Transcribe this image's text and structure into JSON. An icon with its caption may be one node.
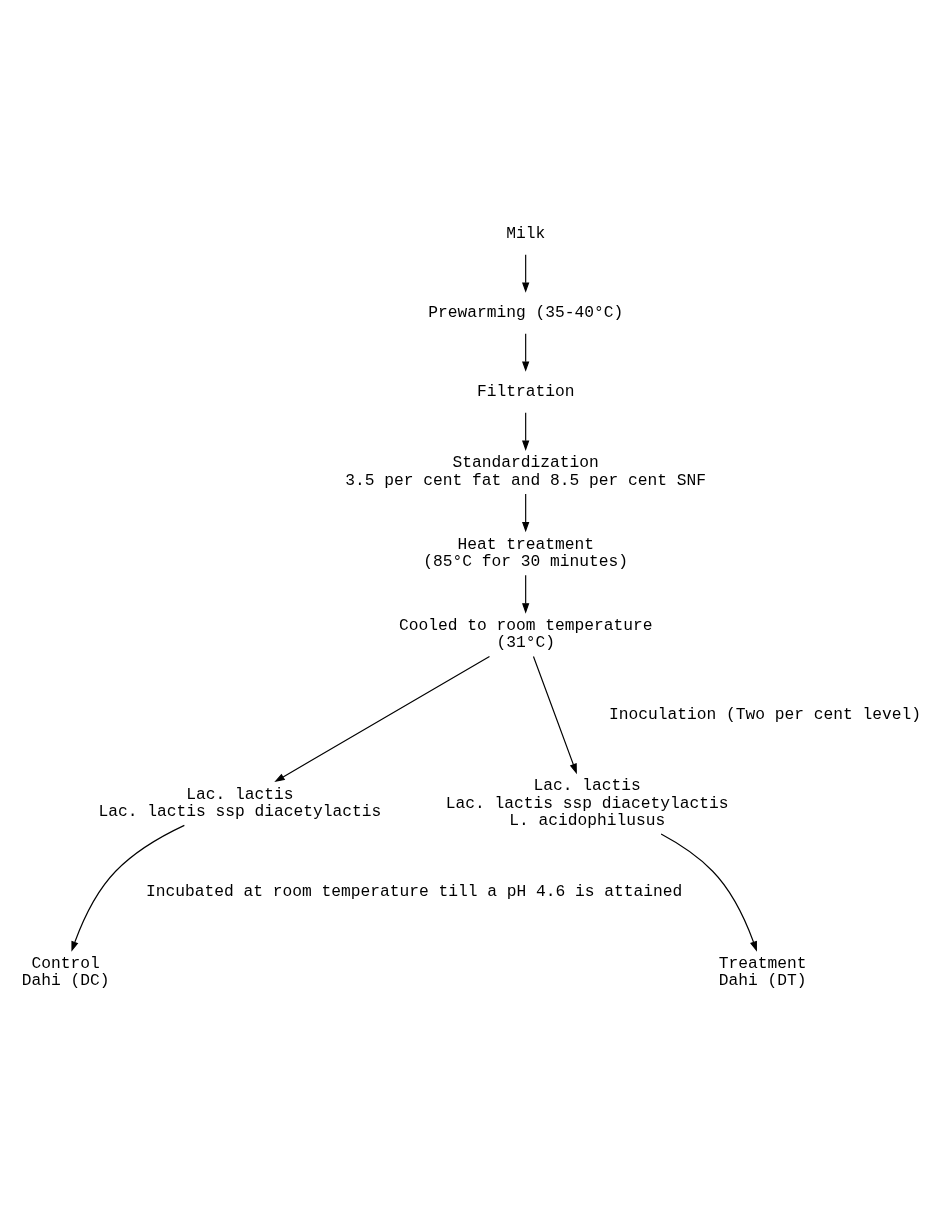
{
  "diagram": {
    "nodes": [
      {
        "text": [
          "Milk"
        ]
      },
      {
        "text": [
          "Prewarming (35-40°C)"
        ]
      },
      {
        "text": [
          "Filtration"
        ]
      },
      {
        "text": [
          "Standardization",
          "3.5 per cent fat and 8.5 per cent SNF"
        ]
      },
      {
        "text": [
          "Heat treatment",
          "(85°C for 30 minutes)"
        ]
      },
      {
        "text": [
          "Cooled to room temperature",
          "(31°C)"
        ]
      },
      {
        "text": [
          "Lac. lactis",
          "Lac. lactis ssp diacetylactis"
        ]
      },
      {
        "text": [
          "Lac. lactis",
          "Lac. lactis ssp diacetylactis",
          "L. acidophilusus"
        ]
      },
      {
        "text": [
          "Control",
          "Dahi (DC)"
        ]
      },
      {
        "text": [
          "Treatment",
          "Dahi (DT)"
        ]
      }
    ],
    "edges": [
      {
        "from": 0,
        "to": 1,
        "arrow": "to"
      },
      {
        "from": 1,
        "to": 2,
        "arrow": "to"
      },
      {
        "from": 2,
        "to": 3,
        "arrow": "to"
      },
      {
        "from": 3,
        "to": 4,
        "arrow": "to"
      },
      {
        "from": 4,
        "to": 5,
        "arrow": "to"
      },
      {
        "from": 5,
        "to": 6,
        "arrow": "to"
      },
      {
        "from": 5,
        "to": 7,
        "arrow": "to"
      },
      {
        "from": 6,
        "to": 8,
        "arrow": "to"
      },
      {
        "from": 7,
        "to": 9,
        "arrow": "to"
      }
    ],
    "labels": [
      "Inoculation (Two per cent level)",
      "Incubated at room temperature till a pH 4.6 is attained"
    ]
  }
}
